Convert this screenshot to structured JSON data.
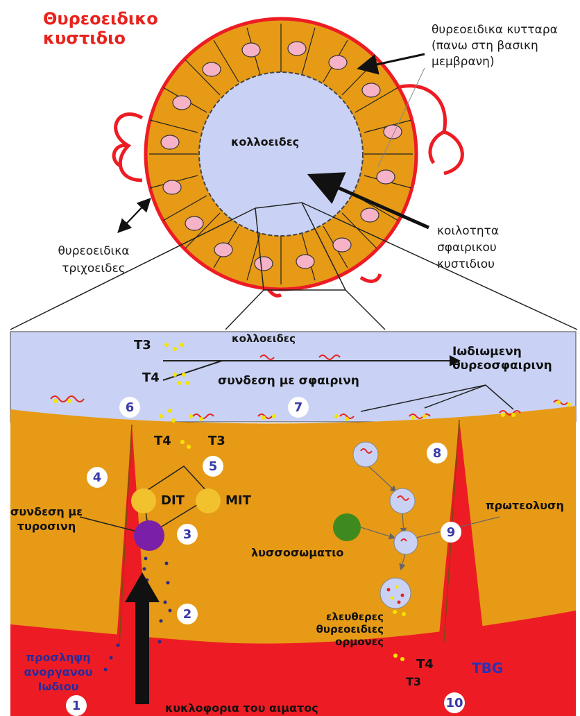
{
  "follicle": {
    "title": "Θυρεοειδικο κυστιδιο",
    "cells_label": "θυρεοειδικα κυτταρα (πανω στη βασικη μεμβρανη)",
    "colloid_label": "κολλοειδες",
    "cavity_label": "κοιλοτητα σφαιρικου κυστιδιου",
    "capillary_label": "θυρεοειδικα τριχοειδες"
  },
  "detail": {
    "colloid_label": "κολλοειδες",
    "t3": "T3",
    "t4": "T4",
    "binding_globulin": "συνδεση με σφαιρινη",
    "iodinated_thyroglobulin": "Ιωδιωμενη θυρεοσφαιρινη",
    "cell_t4": "T4",
    "cell_t3": "T3",
    "dit": "DIT",
    "mit": "MIT",
    "tyrosine_binding": "συνδεση με τυροσινη",
    "lysosome": "λυσσοσωματιο",
    "proteolysis": "πρωτεολυση",
    "free_hormones": "ελευθερες θυρεοειδιες ορμονες",
    "iodide_uptake": "προσληψη ανοργανου Ιωδιου",
    "circulation": "κυκλοφορια του αιματος",
    "blood_t4": "T4",
    "blood_t3": "T3",
    "tbg": "TBG"
  },
  "steps": [
    "1",
    "2",
    "3",
    "4",
    "5",
    "6",
    "7",
    "8",
    "9",
    "10"
  ],
  "colors": {
    "cell_orange": "#e69a16",
    "blood_red": "#ed1c24",
    "colloid_blue": "#c9d2f4",
    "nucleus_pink": "#f6b2c6",
    "dit_mit_yellow": "#f2c12e",
    "tyrosine_purple": "#7a1fa8",
    "lysosome_green": "#3e8a1e",
    "title_red": "#e8221c"
  }
}
